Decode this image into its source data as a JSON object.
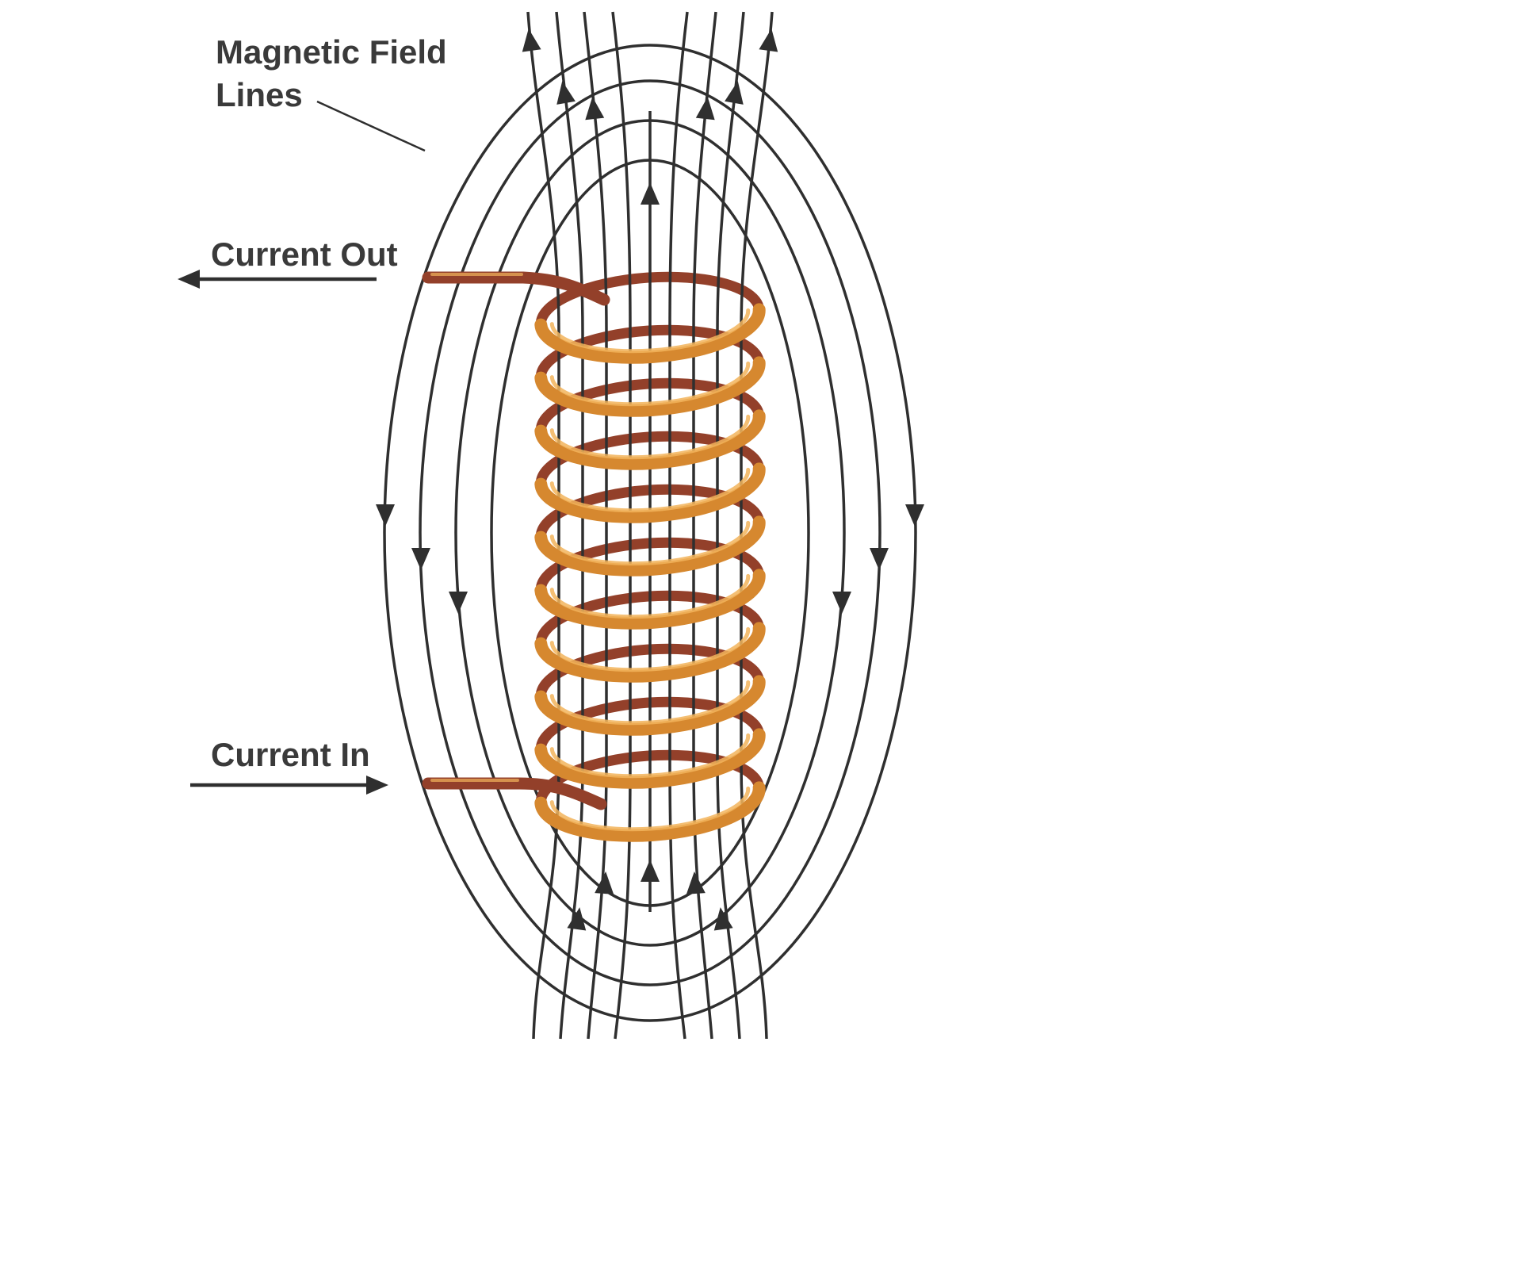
{
  "diagram": {
    "labels": {
      "magnetic_field_line1": "Magnetic Field",
      "magnetic_field_line2": "Lines",
      "current_out": "Current Out",
      "current_in": "Current In"
    },
    "colors": {
      "background": "#ffffff",
      "field_line": "#2f2f2f",
      "text": "#3a3a3a",
      "coil_dark": "#93402a",
      "coil_light": "#d6882f",
      "coil_highlight": "#f2b45c"
    }
  }
}
